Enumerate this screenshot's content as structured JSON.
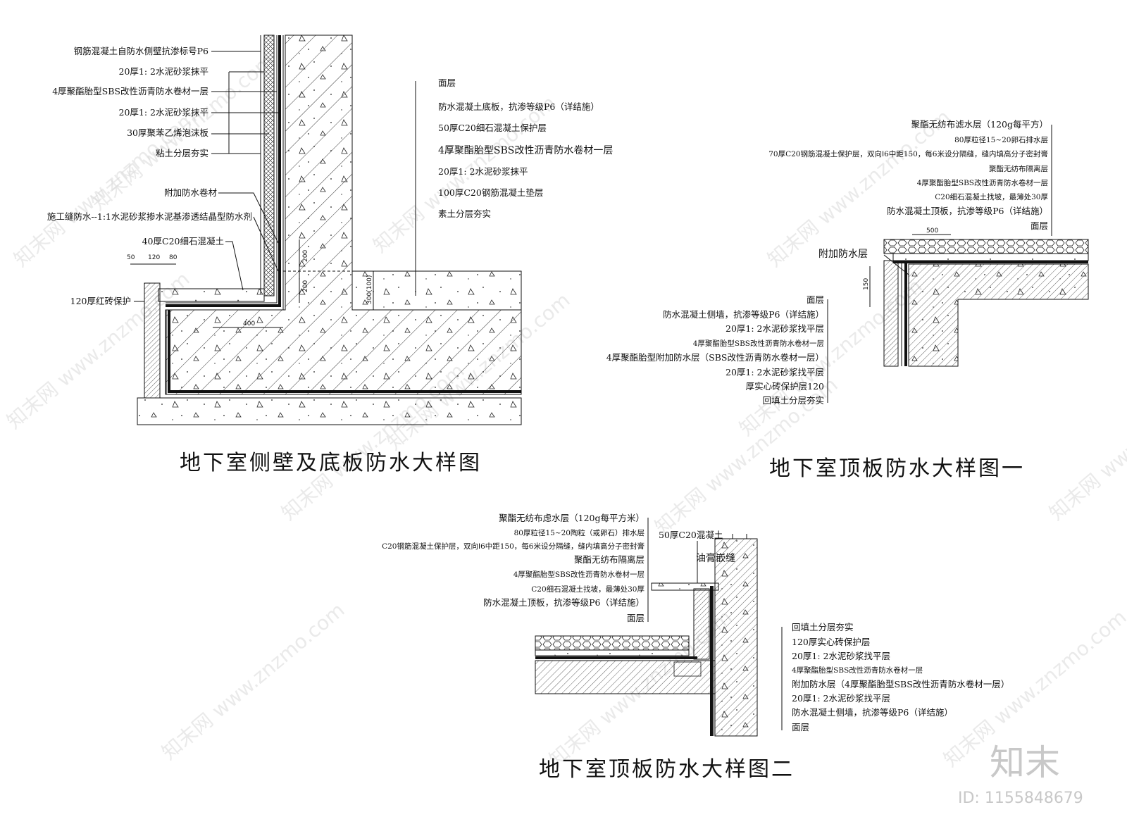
{
  "watermark": {
    "text": "知末网 www.znzmo.com",
    "brand": "知末",
    "id": "ID: 1155848679"
  },
  "fig1": {
    "title": "地下室侧壁及底板防水大样图",
    "wall_labels": [
      "钢筋混凝土自防水侧壁抗渗标号P6",
      "20厚1: 2水泥砂浆抹平",
      "4厚聚酯胎型SBS改性沥青防水卷材一层",
      "20厚1: 2水泥砂浆抹平",
      "30厚聚苯乙烯泡沫板",
      "粘土分层夯实"
    ],
    "extra_labels": [
      "附加防水卷材",
      "施工缝防水--1:1水泥砂浆掺水泥基渗透结晶型防水剂",
      "40厚C20细石混凝土"
    ],
    "brick_label": "120厚红砖保护",
    "floor_labels": [
      "面层",
      "防水混凝土底板，抗渗等级P6（详结施）",
      "50厚C20细石混凝土保护层",
      "4厚聚酯胎型SBS改性沥青防水卷材一层",
      "20厚1: 2水泥砂浆抹平",
      "100厚C20钢筋混凝土垫层",
      "素土分层夯实"
    ],
    "dims": {
      "d50": "50",
      "d120": "120",
      "d80": "80",
      "d400": "400",
      "d200a": "200",
      "d200b": "200",
      "d300": "300(100)"
    }
  },
  "fig2": {
    "title": "地下室顶板防水大样图一",
    "top_labels": [
      "聚酯无纺布滤水层（120g每平方）",
      "80厚粒径15~20卵石排水层",
      "70厚C20钢筋混凝土保护层，双向ⵏ6中距150，每6米设分隔缝，缝内填高分子密封膏",
      "聚酯无纺布隔离层",
      "4厚聚酯胎型SBS改性沥青防水卷材一层",
      "C20细石混凝土找坡，最薄处30厚",
      "防水混凝土顶板，抗渗等级P6（详结施）",
      "面层"
    ],
    "extra_label": "附加防水层",
    "wall_labels": [
      "面层",
      "防水混凝土侧墙，抗渗等级P6（详结施）",
      "20厚1: 2水泥砂浆找平层",
      "4厚聚酯胎型SBS改性沥青防水卷材一层",
      "4厚聚酯胎型附加防水层（SBS改性沥青防水卷材一层）",
      "20厚1: 2水泥砂浆找平层",
      "厚实心砖保护层120",
      "回填土分层夯实"
    ],
    "dims": {
      "d500": "500",
      "d150": "150"
    }
  },
  "fig3": {
    "title": "地下室顶板防水大样图二",
    "left_labels": [
      "聚酯无纺布虑水层（120g每平方米）",
      "80厚粒径15~20陶粒（或卵石）排水层",
      "C20钢筋混凝土保护层，双向ⵏ6中距150，每6米设分隔缝，缝内填高分子密封膏",
      "聚酯无纺布隔离层",
      "4厚聚酯胎型SBS改性沥青防水卷材一层",
      "C20细石混凝土找坡，最薄处30厚",
      "防水混凝土顶板，抗渗等级P6（详结施）",
      "面层"
    ],
    "top_labels": [
      "50厚C20混凝土",
      "油膏嵌缝"
    ],
    "right_labels": [
      "回填土分层夯实",
      "120厚实心砖保护层",
      "20厚1: 2水泥砂浆找平层",
      "4厚聚酯胎型SBS改性沥青防水卷材一层",
      "附加防水层（4厚聚酯胎型SBS改性沥青防水卷材一层）",
      "20厚1: 2水泥砂浆找平层",
      "防水混凝土侧墙，抗渗等级P6（详结施）",
      "面层"
    ]
  }
}
